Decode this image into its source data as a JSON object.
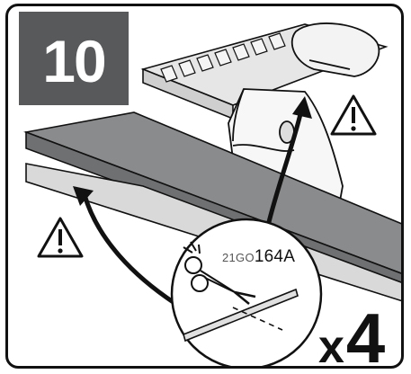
{
  "step": {
    "number": "10"
  },
  "part": {
    "code_prefix": "21GO",
    "code_main": "164A"
  },
  "quantity": {
    "multiplier": "x",
    "count": "4"
  },
  "icons": {
    "warning_left": "warning-triangle-icon",
    "warning_right": "warning-triangle-icon",
    "scissors": "scissors-icon"
  },
  "colors": {
    "step_box": "#58595b",
    "line": "#111111",
    "rail": "#8a8b8d"
  }
}
